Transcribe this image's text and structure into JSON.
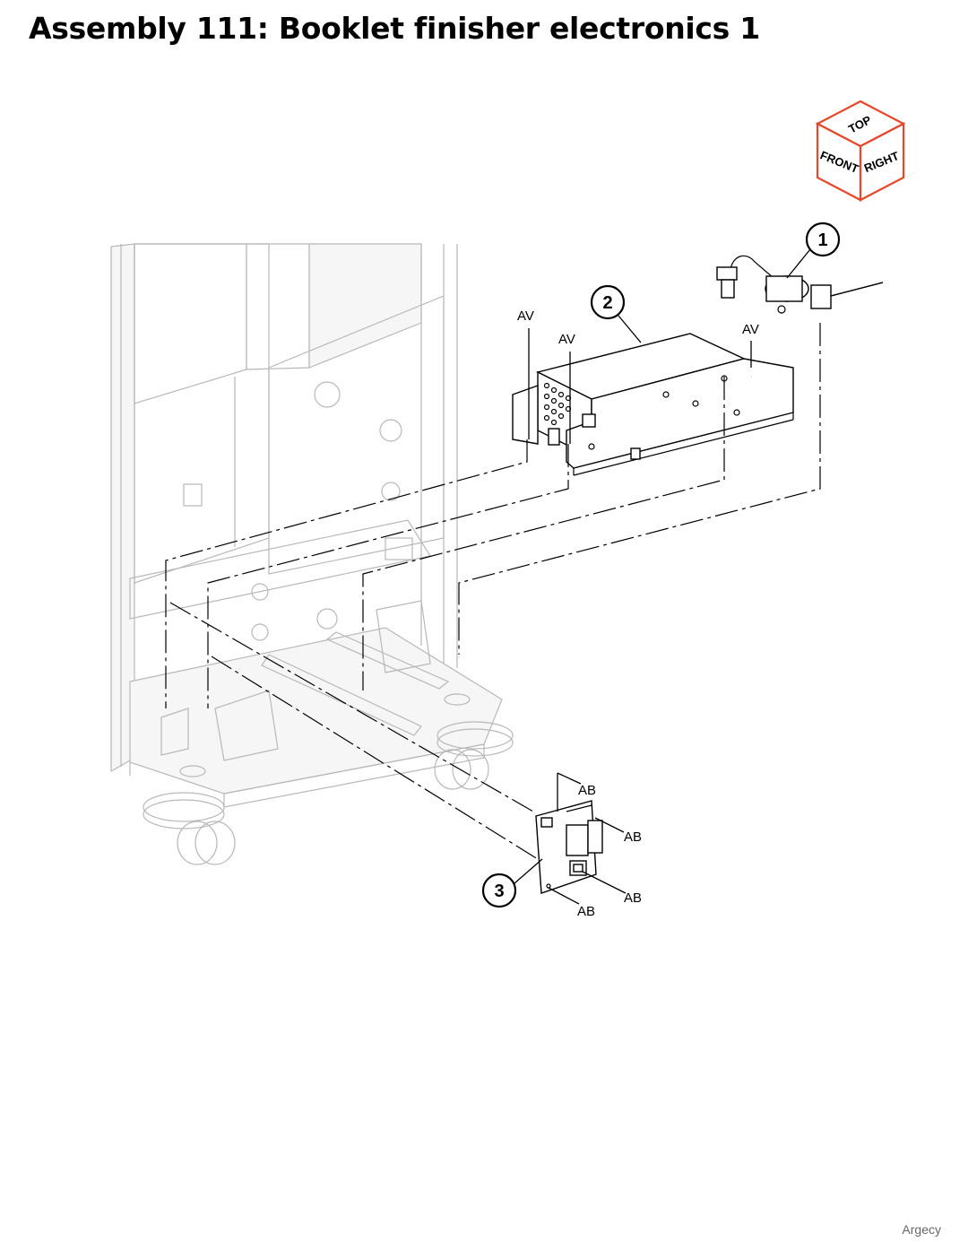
{
  "title": "Assembly 111: Booklet finisher electronics 1",
  "watermark": "Argecy",
  "orientation_cube": {
    "top": "TOP",
    "front": "FRONT",
    "right": "RIGHT",
    "color": "#e8472a"
  },
  "callouts": [
    "1",
    "2",
    "3"
  ],
  "ref_labels": {
    "av": "AV",
    "ab": "AB"
  }
}
